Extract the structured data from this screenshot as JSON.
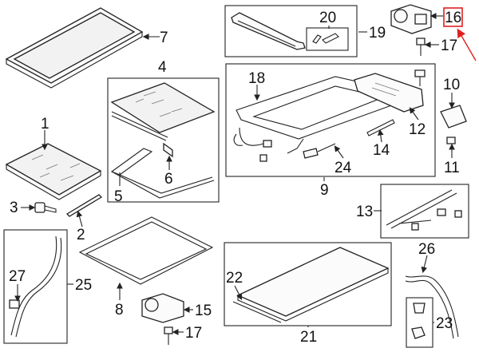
{
  "colors": {
    "highlight": "#e02020",
    "line": "#222222",
    "background": "#ffffff"
  },
  "callouts": {
    "c1": "1",
    "c2": "2",
    "c3": "3",
    "c4": "4",
    "c5": "5",
    "c6": "6",
    "c7": "7",
    "c8": "8",
    "c9": "9",
    "c10": "10",
    "c11": "11",
    "c12": "12",
    "c13": "13",
    "c14": "14",
    "c15": "15",
    "c16": "16",
    "c17a": "17",
    "c17b": "17",
    "c18": "18",
    "c19": "19",
    "c20": "20",
    "c21": "21",
    "c22": "22",
    "c23": "23",
    "c24": "24",
    "c25": "25",
    "c26": "26",
    "c27": "27"
  }
}
